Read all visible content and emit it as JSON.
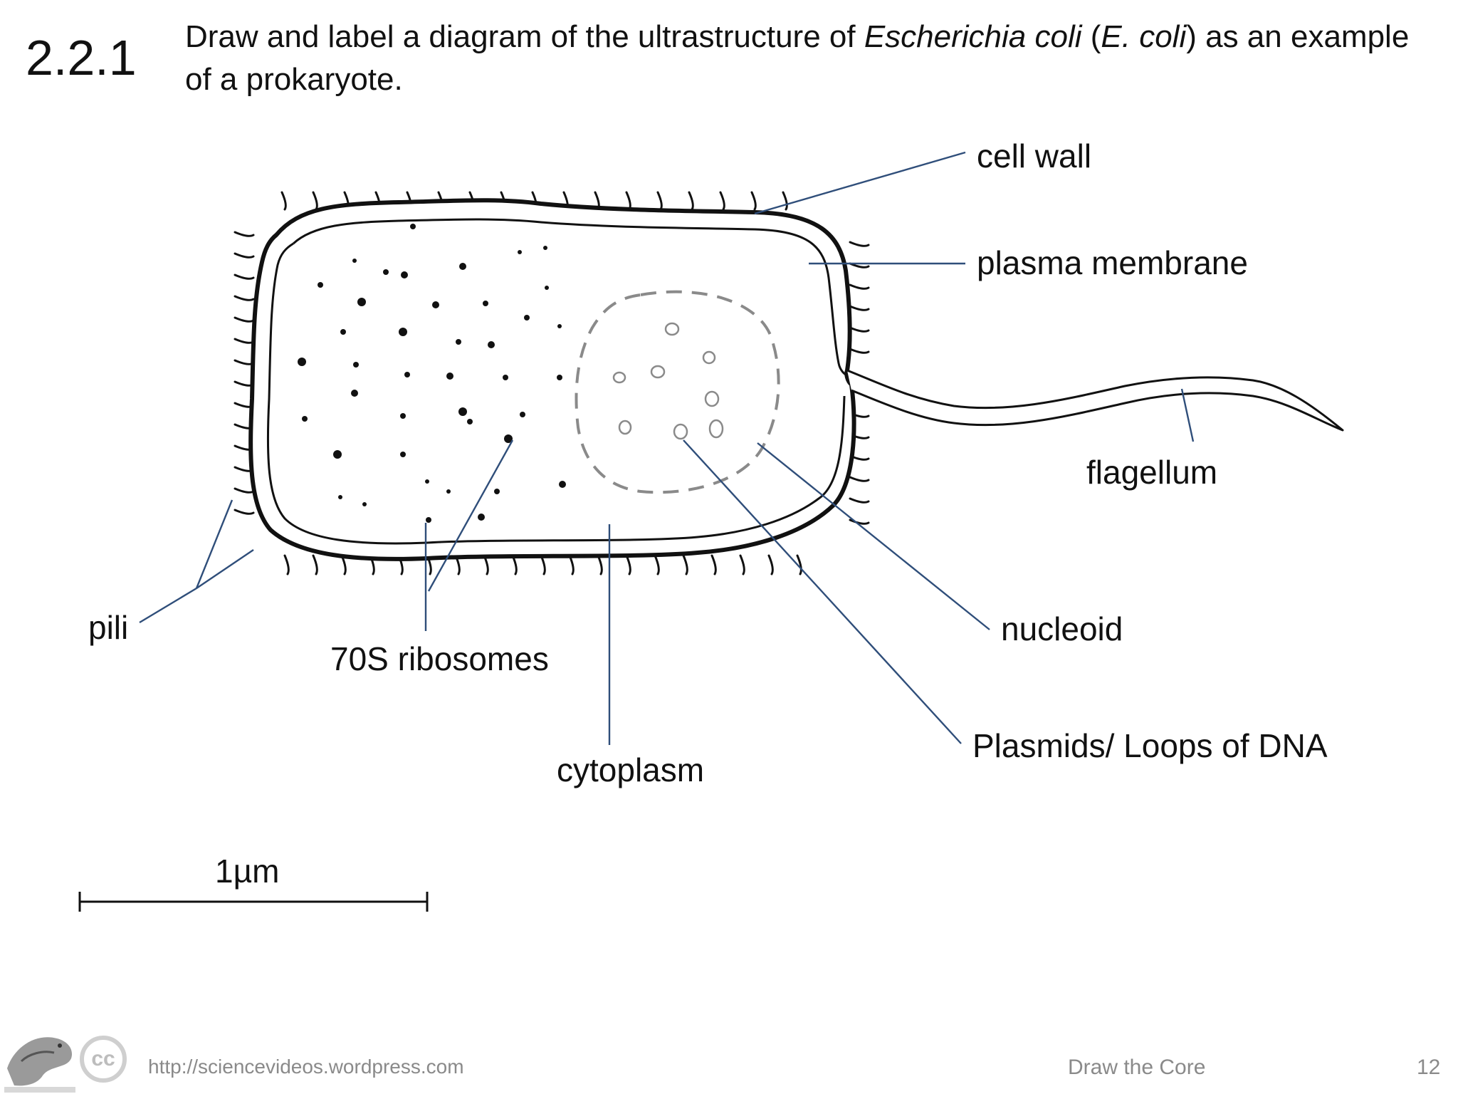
{
  "header": {
    "section_number": "2.2.1",
    "heading_part1": "Draw and label a diagram of the ultrastructure of ",
    "heading_italic1": "Escherichia coli",
    "heading_part2": " (",
    "heading_italic2": "E. coli",
    "heading_part3": ") as an example of a prokaryote."
  },
  "labels": {
    "cell_wall": "cell wall",
    "plasma_membrane": "plasma membrane",
    "flagellum": "flagellum",
    "nucleoid": "nucleoid",
    "plasmids": "Plasmids/ Loops of DNA",
    "cytoplasm": "cytoplasm",
    "ribosomes": "70S ribosomes",
    "pili": "pili"
  },
  "scale_bar": {
    "label": "1µm"
  },
  "footer": {
    "url": "http://sciencevideos.wordpress.com",
    "title": "Draw the Core",
    "page_number": "12",
    "cc_badge": "cc"
  },
  "colors": {
    "leader_line": "#2f4e7a",
    "outline": "#111111",
    "nucleoid_dash": "#8a8a8a",
    "footer_text": "#8a8a8a"
  }
}
